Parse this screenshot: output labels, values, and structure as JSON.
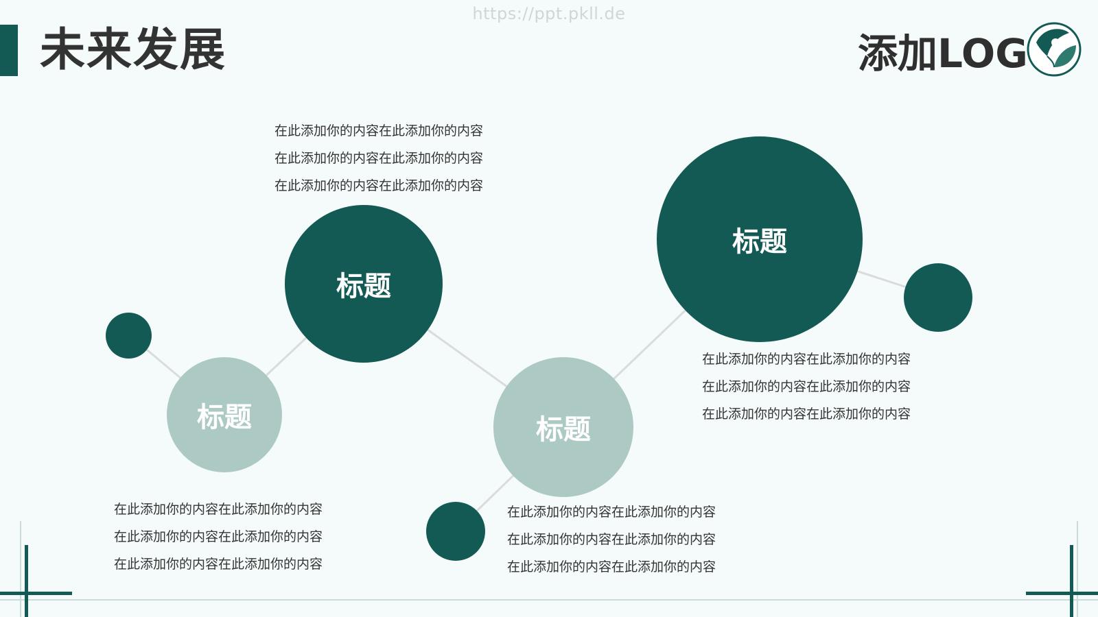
{
  "watermark": "https://ppt.pkll.de",
  "header": {
    "title": "未来发展",
    "logo_text": "添加LOGO"
  },
  "nodes": [
    {
      "label": "标题"
    },
    {
      "label": "标题"
    },
    {
      "label": "标题"
    },
    {
      "label": "标题"
    }
  ],
  "text_blocks": {
    "top": [
      "在此添加你的内容在此添加你的内容",
      "在此添加你的内容在此添加你的内容",
      "在此添加你的内容在此添加你的内容"
    ],
    "right": [
      "在此添加你的内容在此添加你的内容",
      "在此添加你的内容在此添加你的内容",
      "在此添加你的内容在此添加你的内容"
    ],
    "bottom_left": [
      "在此添加你的内容在此添加你的内容",
      "在此添加你的内容在此添加你的内容",
      "在此添加你的内容在此添加你的内容"
    ],
    "bottom_middle": [
      "在此添加你的内容在此添加你的内容",
      "在此添加你的内容在此添加你的内容",
      "在此添加你的内容在此添加你的内容"
    ]
  },
  "colors": {
    "primary": "#135a55",
    "secondary": "#adc9c4",
    "connector": "#d9dcdc",
    "background": "#f5fbfa"
  },
  "icons": {
    "logo": "leaf-emblem-icon"
  }
}
